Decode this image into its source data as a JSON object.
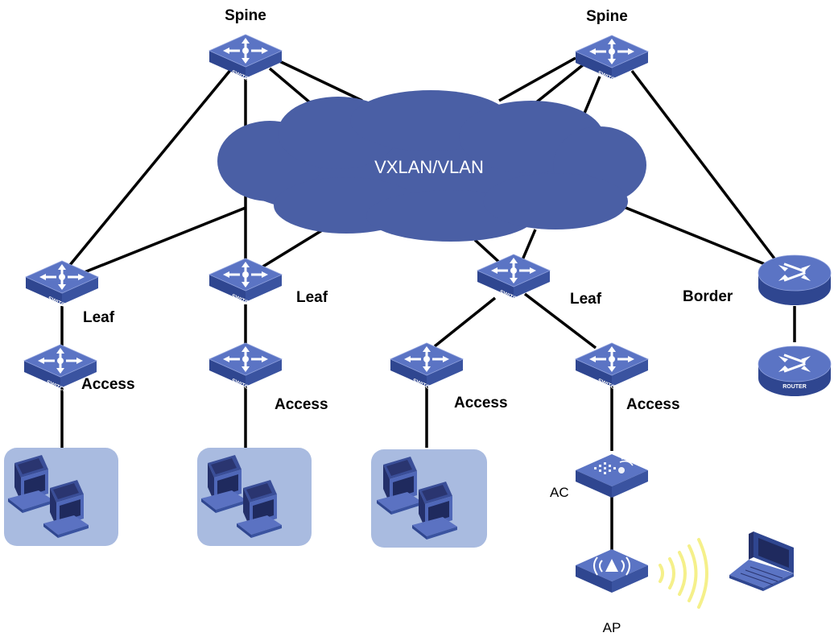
{
  "cloud": {
    "label": "VXLAN/VLAN"
  },
  "spines": [
    {
      "label": "Spine"
    },
    {
      "label": "Spine"
    }
  ],
  "leaves": [
    {
      "label": "Leaf"
    },
    {
      "label": "Leaf"
    },
    {
      "label": "Leaf"
    }
  ],
  "access": [
    {
      "label": "Access"
    },
    {
      "label": "Access"
    },
    {
      "label": "Access"
    },
    {
      "label": "Access"
    }
  ],
  "border": {
    "label": "Border"
  },
  "ac": {
    "label": "AC"
  },
  "ap": {
    "label": "AP"
  },
  "device_text": {
    "switch": "SWITCH",
    "router": "ROUTER"
  },
  "colors": {
    "cloud": "#4a5fa5",
    "switch_top": "#4c66b8",
    "switch_side": "#2f4690",
    "pc_group_bg": "#a9bbe0",
    "wifi_waves": "#f5f08a",
    "link": "#000000"
  }
}
